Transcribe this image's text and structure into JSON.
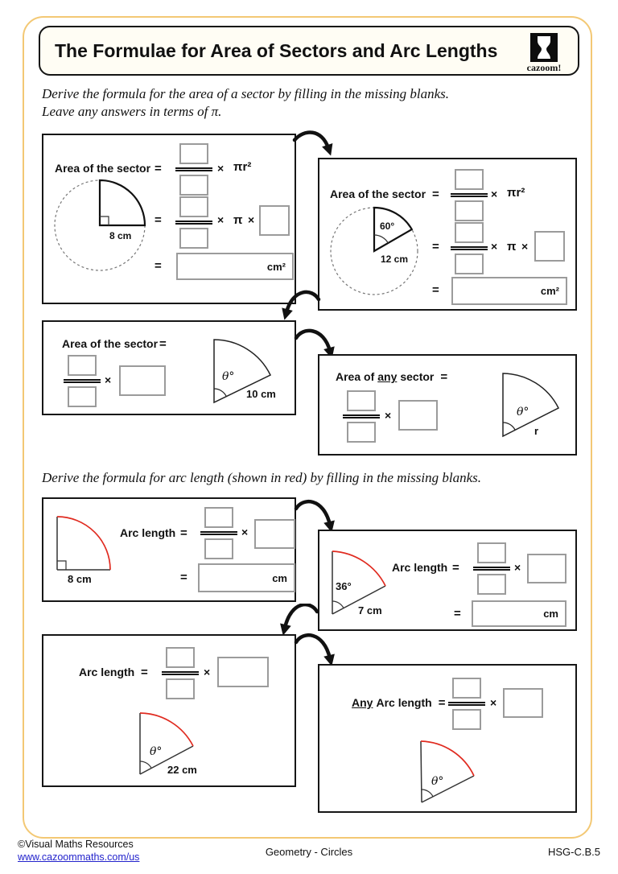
{
  "header": {
    "title": "The Formulae for Area of Sectors and Arc Lengths",
    "logo_text": "cazoom!"
  },
  "instructions": {
    "area1": "Derive the formula for the area of a sector by filling in the missing blanks.",
    "area2": "Leave any answers in terms of π.",
    "arc": "Derive the formula for arc length (shown in red) by filling in the missing blanks."
  },
  "symbols": {
    "eq": "=",
    "times": "×",
    "pi": "π",
    "pi_r2": "πr²",
    "cm": "cm",
    "cm2": "cm²"
  },
  "area_boxes": {
    "b1": {
      "label": "Area of the sector",
      "radius": "8 cm"
    },
    "b2": {
      "label": "Area of the sector",
      "angle": "60°",
      "radius": "12 cm"
    },
    "b3": {
      "label": "Area of the sector",
      "angle": "θ°",
      "radius": "10 cm"
    },
    "b4": {
      "pre": "Area of",
      "any": "any",
      "post": "sector",
      "angle": "θ°",
      "radius": "r"
    }
  },
  "arc_boxes": {
    "b5": {
      "label": "Arc length",
      "radius": "8 cm"
    },
    "b6": {
      "label": "Arc length",
      "angle": "36°",
      "radius": "7 cm"
    },
    "b7": {
      "label": "Arc length",
      "angle": "θ°",
      "radius": "22 cm"
    },
    "b8": {
      "any": "Any",
      "rest": "Arc length",
      "angle": "θ°"
    }
  },
  "footer": {
    "copyright": "©Visual Maths Resources",
    "link": "www.cazoommaths.com/us",
    "center": "Geometry - Circles",
    "code": "HSG-C.B.5"
  },
  "colors": {
    "accent_frame": "#F3C874",
    "arc_red": "#E02B20",
    "link_blue": "#2323CC"
  }
}
